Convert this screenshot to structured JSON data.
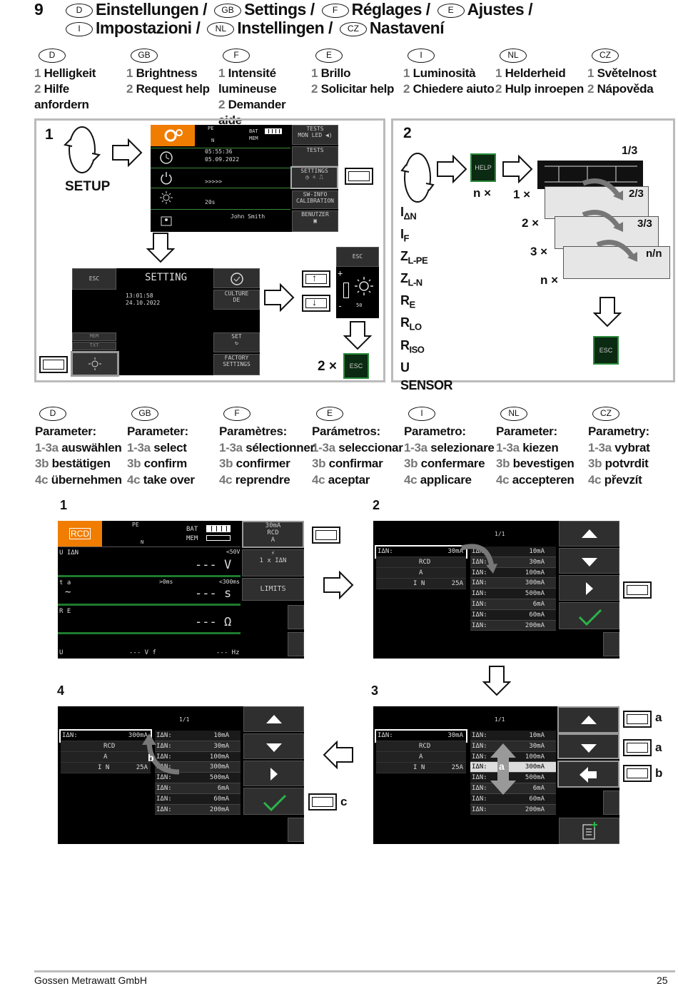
{
  "page": {
    "section_no": "9",
    "title_line1": [
      {
        "code": "D",
        "text": "Einstellungen /"
      },
      {
        "code": "GB",
        "text": "Settings /"
      },
      {
        "code": "F",
        "text": "Réglages /"
      },
      {
        "code": "E",
        "text": "Ajustes /"
      }
    ],
    "title_line2": [
      {
        "code": "I",
        "text": "Impostazioni /"
      },
      {
        "code": "NL",
        "text": "Instellingen /"
      },
      {
        "code": "CZ",
        "text": "Nastavení"
      }
    ],
    "footer_company": "Gossen Metrawatt GmbH",
    "page_number": "25"
  },
  "legend_top": [
    {
      "code": "D",
      "n1": "1",
      "t1": "Helligkeit",
      "n2": "2",
      "t2": "Hilfe anfordern"
    },
    {
      "code": "GB",
      "n1": "1",
      "t1": "Brightness",
      "n2": "2",
      "t2": "Request help"
    },
    {
      "code": "F",
      "n1": "1",
      "t1": "Intensité lumineuse",
      "n2": "2",
      "t2": "Demander aide"
    },
    {
      "code": "E",
      "n1": "1",
      "t1": "Brillo",
      "n2": "2",
      "t2": "Solicitar help"
    },
    {
      "code": "I",
      "n1": "1",
      "t1": "Luminosità",
      "n2": "2",
      "t2": "Chiedere aiuto"
    },
    {
      "code": "NL",
      "n1": "1",
      "t1": "Helderheid",
      "n2": "2",
      "t2": "Hulp inroepen"
    },
    {
      "code": "CZ",
      "n1": "1",
      "t1": "Světelnost",
      "n2": "2",
      "t2": "Nápověda"
    }
  ],
  "legend_params": [
    {
      "code": "D",
      "head": "Parameter:",
      "a": "auswählen",
      "b": "bestätigen",
      "c": "übernehmen"
    },
    {
      "code": "GB",
      "head": "Parameter:",
      "a": "select",
      "b": "confirm",
      "c": "take over"
    },
    {
      "code": "F",
      "head": "Paramètres:",
      "a": "sélectionner",
      "b": "confirmer",
      "c": "reprendre"
    },
    {
      "code": "E",
      "head": "Parámetros:",
      "a": "seleccionar",
      "b": "confirmar",
      "c": "aceptar"
    },
    {
      "code": "I",
      "head": "Parametro:",
      "a": "selezionare",
      "b": "confermare",
      "c": "applicare"
    },
    {
      "code": "NL",
      "head": "Parameter:",
      "a": "kiezen",
      "b": "bevestigen",
      "c": "accepteren"
    },
    {
      "code": "CZ",
      "head": "Parametry:",
      "a": "vybrat",
      "b": "potvrdit",
      "c": "převzít"
    }
  ],
  "param_prefix": {
    "a": "1-3a",
    "b": "3b",
    "c": "4c"
  },
  "panel1": {
    "num": "1",
    "setup": "SETUP",
    "main": {
      "pe": "PE",
      "n": "N",
      "bat": "BAT",
      "mem": "MEM",
      "time": "05:55:36",
      "date": "05.09.2022",
      "dots": ">>>>>",
      "secs": "20s",
      "user": "John Smith",
      "btn_tests": "TESTS",
      "btn_mon": "MON",
      "btn_led": "LED",
      "btn_tests2": "TESTS",
      "btn_settings": "SETTINGS",
      "btn_swinfo": "SW-INFO",
      "btn_calib": "CALIBRATION",
      "btn_user": "BENUTZER"
    },
    "setting": {
      "esc": "ESC",
      "title": "SETTING",
      "time": "13:01:58",
      "date": "24.10.2022",
      "culture": "CULTURE",
      "de": "DE",
      "mem": "MEM",
      "txt": "TXT",
      "set": "SET",
      "factory": "FACTORY",
      "settings": "SETTINGS"
    },
    "bright": {
      "esc": "ESC",
      "plus": "+",
      "minus": "-",
      "val": "50"
    },
    "times2": "2 ×",
    "esc": "ESC"
  },
  "panel2": {
    "num": "2",
    "help": "HELP",
    "nx": "n ×",
    "x1": "1 ×",
    "x2": "2 ×",
    "x3": "3 ×",
    "xn": "n ×",
    "p13": "1/3",
    "p23": "2/3",
    "p33": "3/3",
    "pnn": "n/n",
    "params": [
      "I",
      "I",
      "Z",
      "Z",
      "R",
      "R",
      "R",
      "U",
      "SENSOR"
    ],
    "subs": [
      "ΔN",
      "F",
      "L-PE",
      "L-N",
      "E",
      "LO",
      "ISO",
      "",
      ""
    ],
    "esc": "ESC"
  },
  "step1": {
    "num": "1",
    "rcd": "RCD",
    "pe": "PE",
    "n": "N",
    "bat": "BAT",
    "mem": "MEM",
    "u_idn": "U IΔN",
    "lim50": "<50V",
    "dashes_v": "--- V",
    "ta": "t a",
    "gt0": ">0ms",
    "lt300": "<300ms",
    "dashes_s": "--- s",
    "re": "R E",
    "dashes_ohm": "--- Ω",
    "u": "U",
    "vf": "--- V f",
    "hz": "--- Hz",
    "btn_30": "30mA",
    "btn_rcd": "RCD",
    "btn_a": "A",
    "btn_1x": "1 x IΔN",
    "btn_limits": "LIMITS"
  },
  "list_screen": {
    "page": "1/1",
    "left": [
      {
        "k": "IΔN:",
        "v": "30mA"
      },
      {
        "k": "RCD",
        "v": ""
      },
      {
        "k": "A",
        "v": ""
      },
      {
        "k": "I N",
        "v": "25A"
      }
    ],
    "left4": [
      {
        "k": "IΔN:",
        "v": "300mA"
      },
      {
        "k": "RCD",
        "v": ""
      },
      {
        "k": "A",
        "v": ""
      },
      {
        "k": "I N",
        "v": "25A"
      }
    ],
    "options": [
      {
        "k": "IΔN:",
        "v": "10mA"
      },
      {
        "k": "IΔN:",
        "v": "30mA"
      },
      {
        "k": "IΔN:",
        "v": "100mA"
      },
      {
        "k": "IΔN:",
        "v": "300mA"
      },
      {
        "k": "IΔN:",
        "v": "500mA"
      },
      {
        "k": "IΔN:",
        "v": "6mA"
      },
      {
        "k": "IΔN:",
        "v": "60mA"
      },
      {
        "k": "IΔN:",
        "v": "200mA"
      }
    ]
  },
  "steps": {
    "s2": "2",
    "s3": "3",
    "s4": "4",
    "a": "a",
    "b": "b",
    "c": "c"
  }
}
